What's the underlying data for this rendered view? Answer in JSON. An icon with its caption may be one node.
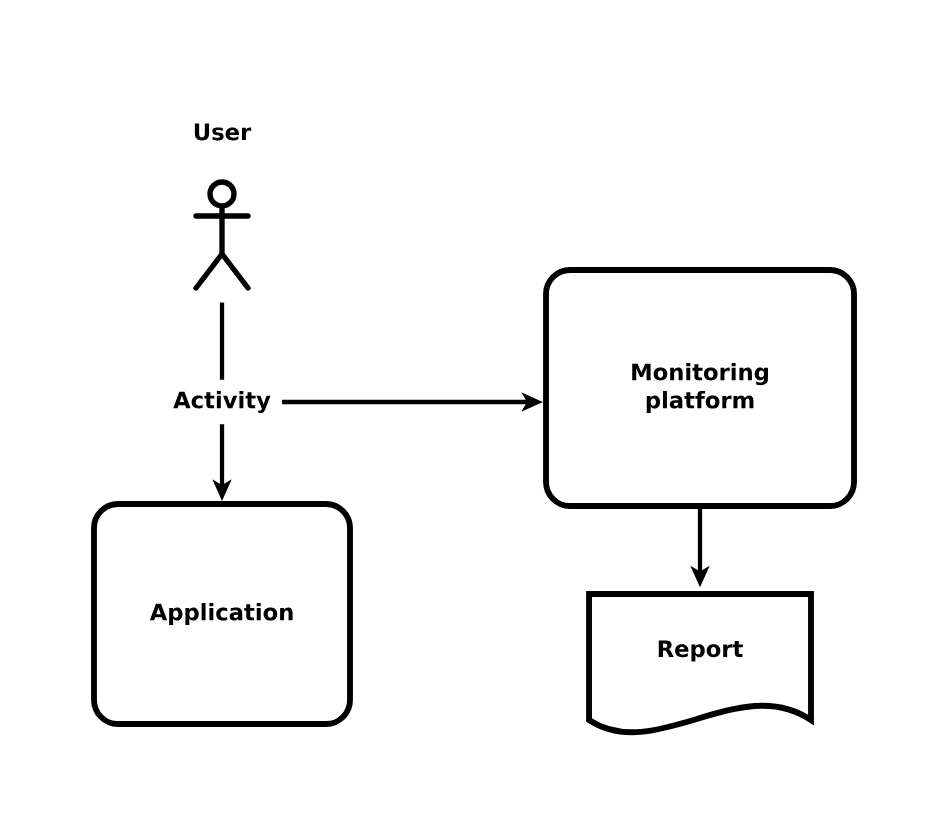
{
  "diagram": {
    "nodes": [
      {
        "text": [
          "User"
        ]
      },
      {
        "text": [
          "Activity"
        ]
      },
      {
        "text": [
          "Application"
        ]
      },
      {
        "text": [
          "Monitoring platform"
        ]
      },
      {
        "text": [
          "Report"
        ]
      }
    ],
    "edges": [
      {
        "from": 0,
        "to": 1,
        "arrow": "none"
      },
      {
        "from": 1,
        "to": 2,
        "arrow": "to"
      },
      {
        "from": 1,
        "to": 3,
        "arrow": "to"
      },
      {
        "from": 3,
        "to": 4,
        "arrow": "to"
      }
    ]
  }
}
